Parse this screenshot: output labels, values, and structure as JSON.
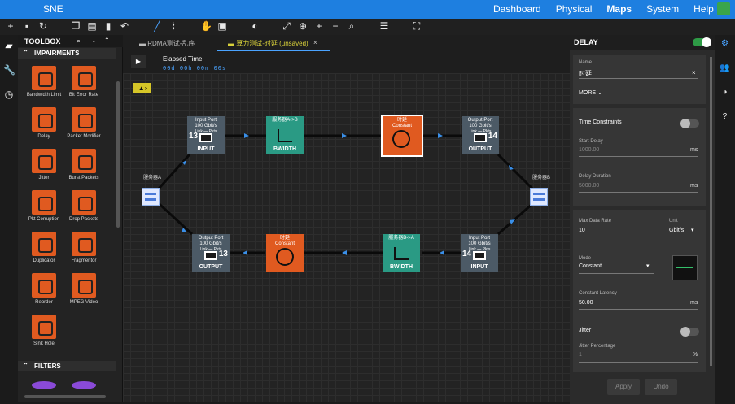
{
  "app": {
    "brand": "SNE"
  },
  "nav": {
    "items": [
      "Dashboard",
      "Physical",
      "Maps",
      "System",
      "Help"
    ],
    "active": "Maps"
  },
  "toolbox": {
    "title": "TOOLBOX",
    "impairments_label": "IMPAIRMENTS",
    "filters_label": "FILTERS",
    "tools": [
      "Bandwidth Limit",
      "Bit Error Rate",
      "Delay",
      "Packet Modifier",
      "Jitter",
      "Burst Packets",
      "Pkt Corruption",
      "Drop Packets",
      "Duplicator",
      "Fragmentor",
      "Reorder",
      "MPEG Video",
      "Sink Hole"
    ]
  },
  "tabs": [
    {
      "label": "RDMA测试-乱序"
    },
    {
      "label": "算力测试-时延 (unsaved)"
    }
  ],
  "tab_close": "×",
  "elapsed": {
    "label": "Elapsed Time",
    "value": "00d 00h 00m 00s"
  },
  "canvas": {
    "host_a": "服务器A",
    "host_b": "服务器B",
    "in1": {
      "top": "Input Port\n100 Gbit/s",
      "link": "Link ▬ Pkts",
      "num": "13",
      "bottom": "INPUT"
    },
    "bw1": {
      "top": "服务器A->B",
      "bottom": "BWIDTH"
    },
    "dl1": {
      "top": "时延\nConstant"
    },
    "out1": {
      "top": "Output Port\n100 Gbit/s",
      "link": "Link ▬ Pkts",
      "num": "14",
      "bottom": "OUTPUT"
    },
    "out2": {
      "top": "Output Port\n100 Gbit/s",
      "link": "Link ▬ Pkts",
      "num": "13",
      "bottom": "OUTPUT"
    },
    "dl2": {
      "top": "时延\nConstant"
    },
    "bw2": {
      "top": "服务器B->A",
      "bottom": "BWIDTH"
    },
    "in2": {
      "top": "Input Port\n100 Gbit/s",
      "link": "Link ▬ Pkts",
      "num": "14",
      "bottom": "INPUT"
    }
  },
  "panel": {
    "title": "DELAY",
    "name_label": "Name",
    "name_value": "时延",
    "name_clear": "×",
    "more": "MORE",
    "time_constraints": "Time Constraints",
    "start_delay_label": "Start Delay",
    "start_delay_value": "1000.00",
    "start_delay_unit": "ms",
    "delay_duration_label": "Delay Duration",
    "delay_duration_value": "5000.00",
    "delay_duration_unit": "ms",
    "max_rate_label": "Max Data Rate",
    "max_rate_value": "10",
    "unit_label": "Unit",
    "unit_value": "Gbit/s",
    "mode_label": "Mode",
    "mode_value": "Constant",
    "constant_latency_label": "Constant Latency",
    "constant_latency_value": "50.00",
    "constant_latency_unit": "ms",
    "jitter_label": "Jitter",
    "jitter_pct_label": "Jitter Percentage",
    "jitter_pct_value": "1",
    "jitter_pct_unit": "%",
    "apply": "Apply",
    "undo": "Undo"
  },
  "colors": {
    "accent": "#1e7fe0",
    "delay": "#e05a20",
    "bandwidth": "#2a9a84",
    "port": "#4c5a66",
    "toggle_on": "#2e9b46"
  }
}
